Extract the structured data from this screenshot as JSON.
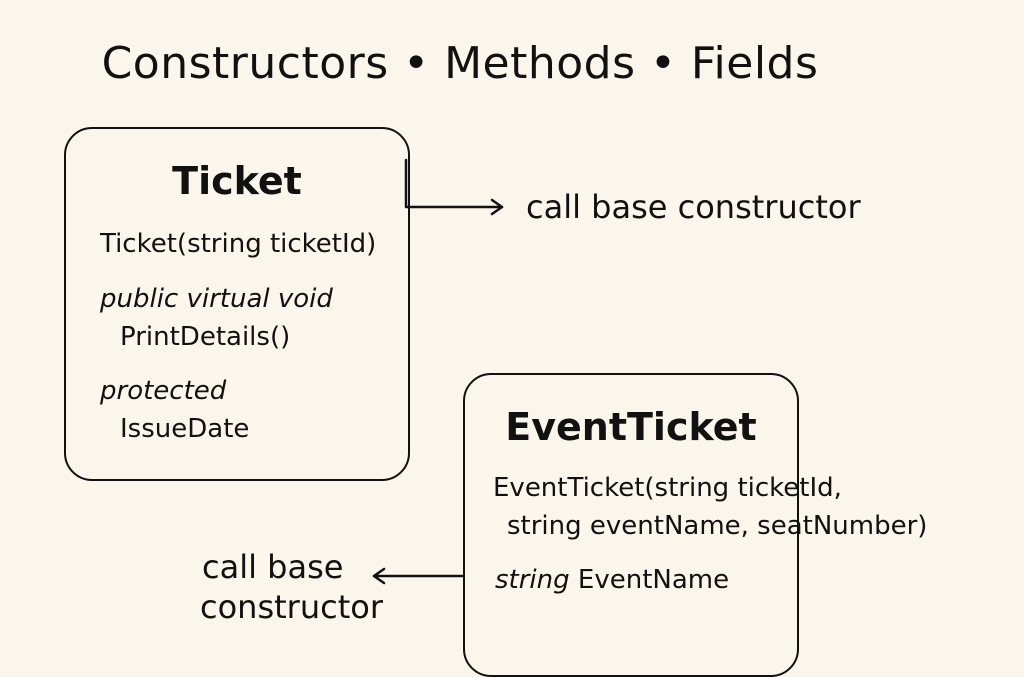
{
  "header": {
    "title": "Constructors • Methods • Fields"
  },
  "ticket": {
    "name": "Ticket",
    "constructor": "Ticket(string ticketId)",
    "method_modifier": "public virtual void",
    "method_name": "PrintDetails()",
    "field_modifier": "protected",
    "field_name": "IssueDate"
  },
  "event_ticket": {
    "name": "EventTicket",
    "constructor_line1": "EventTicket(string ticketId,",
    "constructor_line2": "string eventName, seatNumber)",
    "field_type": "string",
    "field_name": "EventName"
  },
  "annotations": {
    "right_arrow_label": "call base constructor",
    "left_arrow_label_line1": "call base",
    "left_arrow_label_line2": "constructor"
  }
}
